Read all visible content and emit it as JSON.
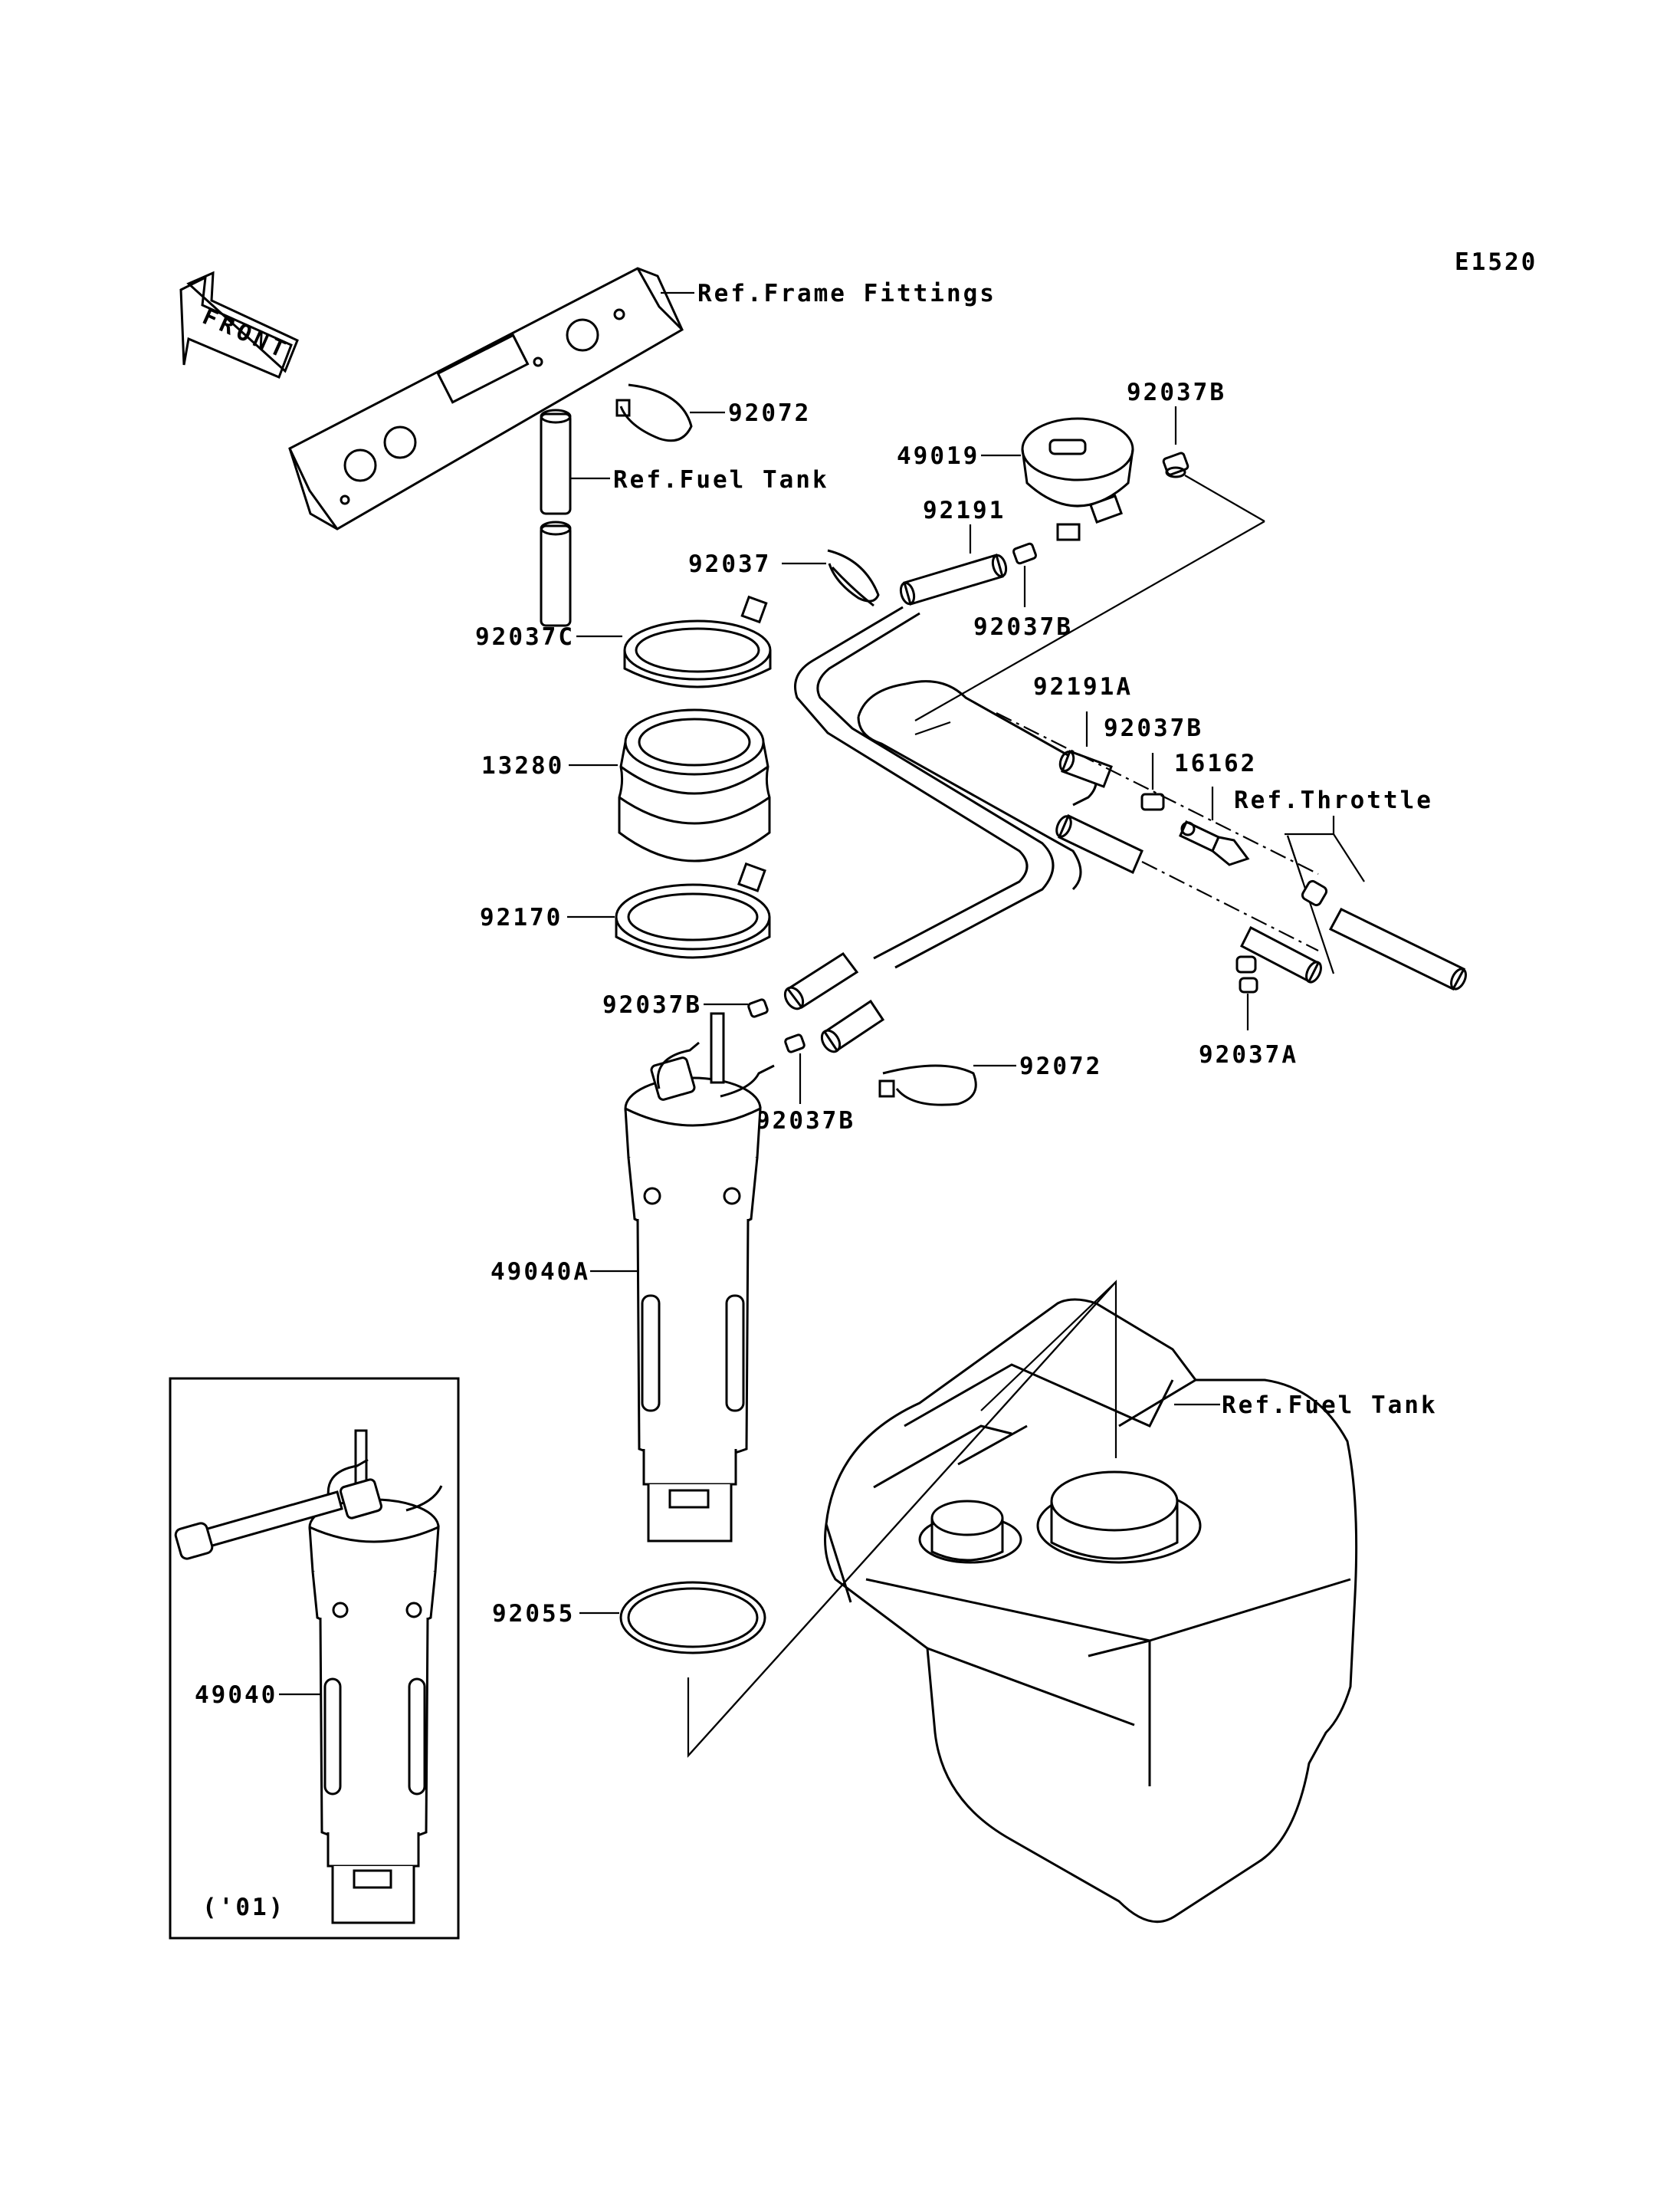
{
  "diagram_code": "E1520",
  "front_label": "FRONT",
  "version_note": "('01)",
  "labels": {
    "ref_frame_fittings": "Ref.Frame Fittings",
    "ref_fuel_tank_top": "Ref.Fuel Tank",
    "ref_fuel_tank_main": "Ref.Fuel Tank",
    "ref_throttle": "Ref.Throttle"
  },
  "parts": [
    {
      "id": "p92072a",
      "number": "92072"
    },
    {
      "id": "p92037b_top",
      "number": "92037B"
    },
    {
      "id": "p49019",
      "number": "49019"
    },
    {
      "id": "p92191",
      "number": "92191"
    },
    {
      "id": "p92037",
      "number": "92037"
    },
    {
      "id": "p92037b_2",
      "number": "92037B"
    },
    {
      "id": "p92037c",
      "number": "92037C"
    },
    {
      "id": "p92191a",
      "number": "92191A"
    },
    {
      "id": "p92037b_3",
      "number": "92037B"
    },
    {
      "id": "p16162",
      "number": "16162"
    },
    {
      "id": "p13280",
      "number": "13280"
    },
    {
      "id": "p92170",
      "number": "92170"
    },
    {
      "id": "p92037b_4",
      "number": "92037B"
    },
    {
      "id": "p92072b",
      "number": "92072"
    },
    {
      "id": "p92037a",
      "number": "92037A"
    },
    {
      "id": "p92037b_5",
      "number": "92037B"
    },
    {
      "id": "p49040a",
      "number": "49040A"
    },
    {
      "id": "p92055",
      "number": "92055"
    },
    {
      "id": "p49040",
      "number": "49040"
    }
  ]
}
